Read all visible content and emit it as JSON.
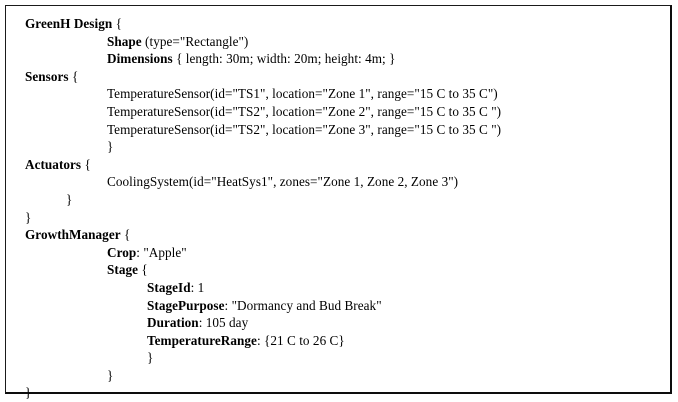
{
  "figure": {
    "kind": "code-specification-box",
    "border_color": "#1a1a1a",
    "background_color": "#ffffff",
    "text_color": "#000000"
  },
  "code": {
    "lines": [
      {
        "indent": "ind-0",
        "keyword": "GreenH Design",
        "rest": " {"
      },
      {
        "indent": "ind-1",
        "keyword": "Shape",
        "rest": " (type=\"Rectangle\")"
      },
      {
        "indent": "ind-1",
        "keyword": "Dimensions",
        "rest": " { length: 30m; width: 20m; height: 4m; }"
      },
      {
        "indent": "ind-0",
        "keyword": "Sensors",
        "rest": " {"
      },
      {
        "indent": "ind-1",
        "keyword": "",
        "rest": "TemperatureSensor(id=\"TS1\", location=\"Zone 1\", range=\"15 C to 35 C\")"
      },
      {
        "indent": "ind-1",
        "keyword": "",
        "rest": "TemperatureSensor(id=\"TS2\", location=\"Zone 2\", range=\"15 C to 35 C \")"
      },
      {
        "indent": "ind-1",
        "keyword": "",
        "rest": "TemperatureSensor(id=\"TS2\", location=\"Zone 3\", range=\"15 C to 35 C \")"
      },
      {
        "indent": "ind-1",
        "keyword": "",
        "rest": "}"
      },
      {
        "indent": "ind-0",
        "keyword": "Actuators",
        "rest": " {"
      },
      {
        "indent": "ind-1",
        "keyword": "",
        "rest": "CoolingSystem(id=\"HeatSys1\", zones=\"Zone 1, Zone 2, Zone 3\")"
      },
      {
        "indent": "ind-h",
        "keyword": "",
        "rest": "}"
      },
      {
        "indent": "ind-0",
        "keyword": "",
        "rest": "}"
      },
      {
        "indent": "ind-0",
        "keyword": "GrowthManager",
        "rest": " {"
      },
      {
        "indent": "ind-1",
        "keyword": "Crop",
        "rest": ": \"Apple\""
      },
      {
        "indent": "ind-1",
        "keyword": "Stage",
        "rest": " {"
      },
      {
        "indent": "ind-2",
        "keyword": "StageId",
        "rest": ": 1"
      },
      {
        "indent": "ind-2",
        "keyword": "StagePurpose",
        "rest": ": \"Dormancy and Bud Break\""
      },
      {
        "indent": "ind-2",
        "keyword": "Duration",
        "rest": ": 105 day"
      },
      {
        "indent": "ind-2",
        "keyword": "TemperatureRange",
        "rest": ": {21 C to 26 C}"
      },
      {
        "indent": "ind-2",
        "keyword": "",
        "rest": "}"
      },
      {
        "indent": "ind-1",
        "keyword": "",
        "rest": "}"
      },
      {
        "indent": "ind-0",
        "keyword": "",
        "rest": "}"
      }
    ]
  }
}
